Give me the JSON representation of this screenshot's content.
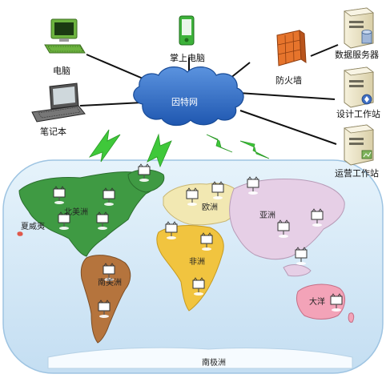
{
  "network": {
    "internet_label": "因特网",
    "devices": {
      "pc": "电脑",
      "laptop": "笔记本",
      "pda": "掌上电脑",
      "firewall": "防火墙",
      "data_server": "数据服务器",
      "design_ws": "设计工作站",
      "ops_ws": "运营工作站"
    }
  },
  "map": {
    "continents": {
      "north_america": "北美洲",
      "south_america": "南美洲",
      "europe": "欧洲",
      "africa": "非洲",
      "asia": "亚洲",
      "oceania": "大洋",
      "antarctica": "南极洲",
      "hawaii": "夏威夷"
    }
  },
  "colors": {
    "cloud": "#2f6fc9",
    "ocean": "#cfe6f6",
    "north_america": "#3f9a43",
    "south_america": "#b5743d",
    "europe": "#f2e8b2",
    "africa": "#f1c43f",
    "asia": "#e6cfe6",
    "oceania": "#f3a3b8",
    "lightning": "#3fc83a"
  }
}
